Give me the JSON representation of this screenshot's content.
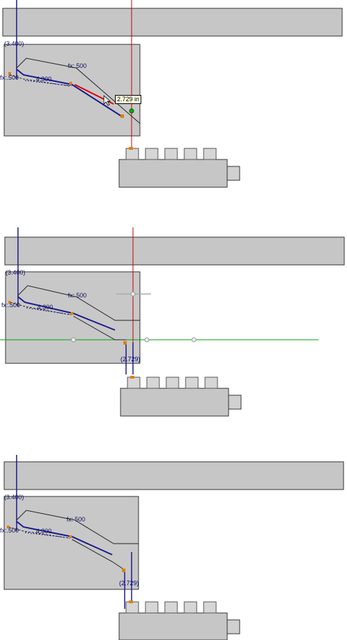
{
  "colors": {
    "bar_fill": "#c6c6c6",
    "plate_fill": "#c8c8c8",
    "sketch_line": "#1a1a8c",
    "axis_red": "#c80000",
    "axis_green": "#00a000",
    "selected_segment": "#e00000",
    "endpoint_orange": "#e08000",
    "endpoint_green": "#00b000"
  },
  "frames": [
    {
      "coord_label": "(3.400)",
      "fx_left": "fx:.500",
      "fx_right": "fx: 500",
      "length_label": "4.300",
      "tooltip": "2.729 in"
    },
    {
      "coord_label": "(3.400)",
      "fx_left": "fx:.500",
      "fx_right": "fx: 500",
      "length_label": "4.300",
      "bottom_dim": "(2.729)"
    },
    {
      "coord_label": "(3.400)",
      "fx_left": "fx:.500",
      "fx_right": "fx: 500",
      "length_label": "4.300",
      "bottom_dim": "(2.729)"
    }
  ]
}
